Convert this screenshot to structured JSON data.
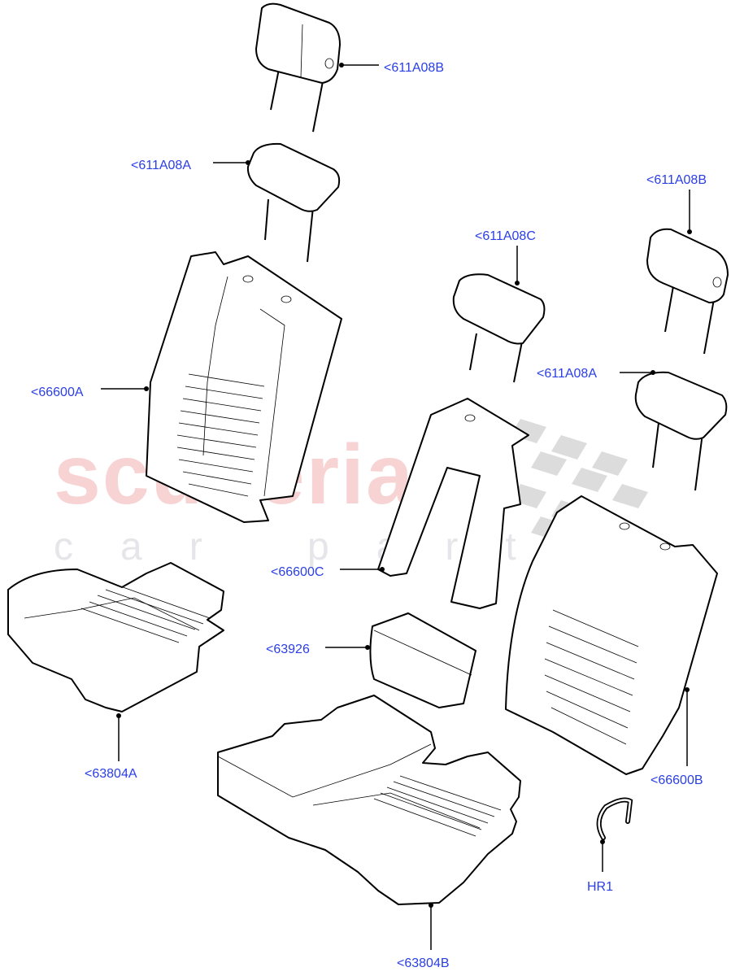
{
  "watermark": {
    "main": "scuderia",
    "sub": "car parts",
    "main_color": "#f7d3d3",
    "sub_color": "#e6e6ea"
  },
  "label_color": "#2a3ee6",
  "callouts": [
    {
      "id": "hr-top-b",
      "label": "<611A08B",
      "part": "headrest"
    },
    {
      "id": "hr-left-a",
      "label": "<611A08A",
      "part": "headrest"
    },
    {
      "id": "hr-right-b",
      "label": "<611A08B",
      "part": "headrest"
    },
    {
      "id": "hr-center-c",
      "label": "<611A08C",
      "part": "headrest"
    },
    {
      "id": "hr-right-a",
      "label": "<611A08A",
      "part": "headrest"
    },
    {
      "id": "back-left",
      "label": "<66600A",
      "part": "seat back cover"
    },
    {
      "id": "back-center",
      "label": "<66600C",
      "part": "centre seat back cover"
    },
    {
      "id": "armrest",
      "label": "<63926",
      "part": "armrest"
    },
    {
      "id": "cushion-left",
      "label": "<63804A",
      "part": "seat cushion"
    },
    {
      "id": "back-right",
      "label": "<66600B",
      "part": "seat back cover"
    },
    {
      "id": "hook",
      "label": "HR1",
      "part": "hook ring"
    },
    {
      "id": "cushion-bench",
      "label": "<63804B",
      "part": "seat cushion"
    }
  ]
}
